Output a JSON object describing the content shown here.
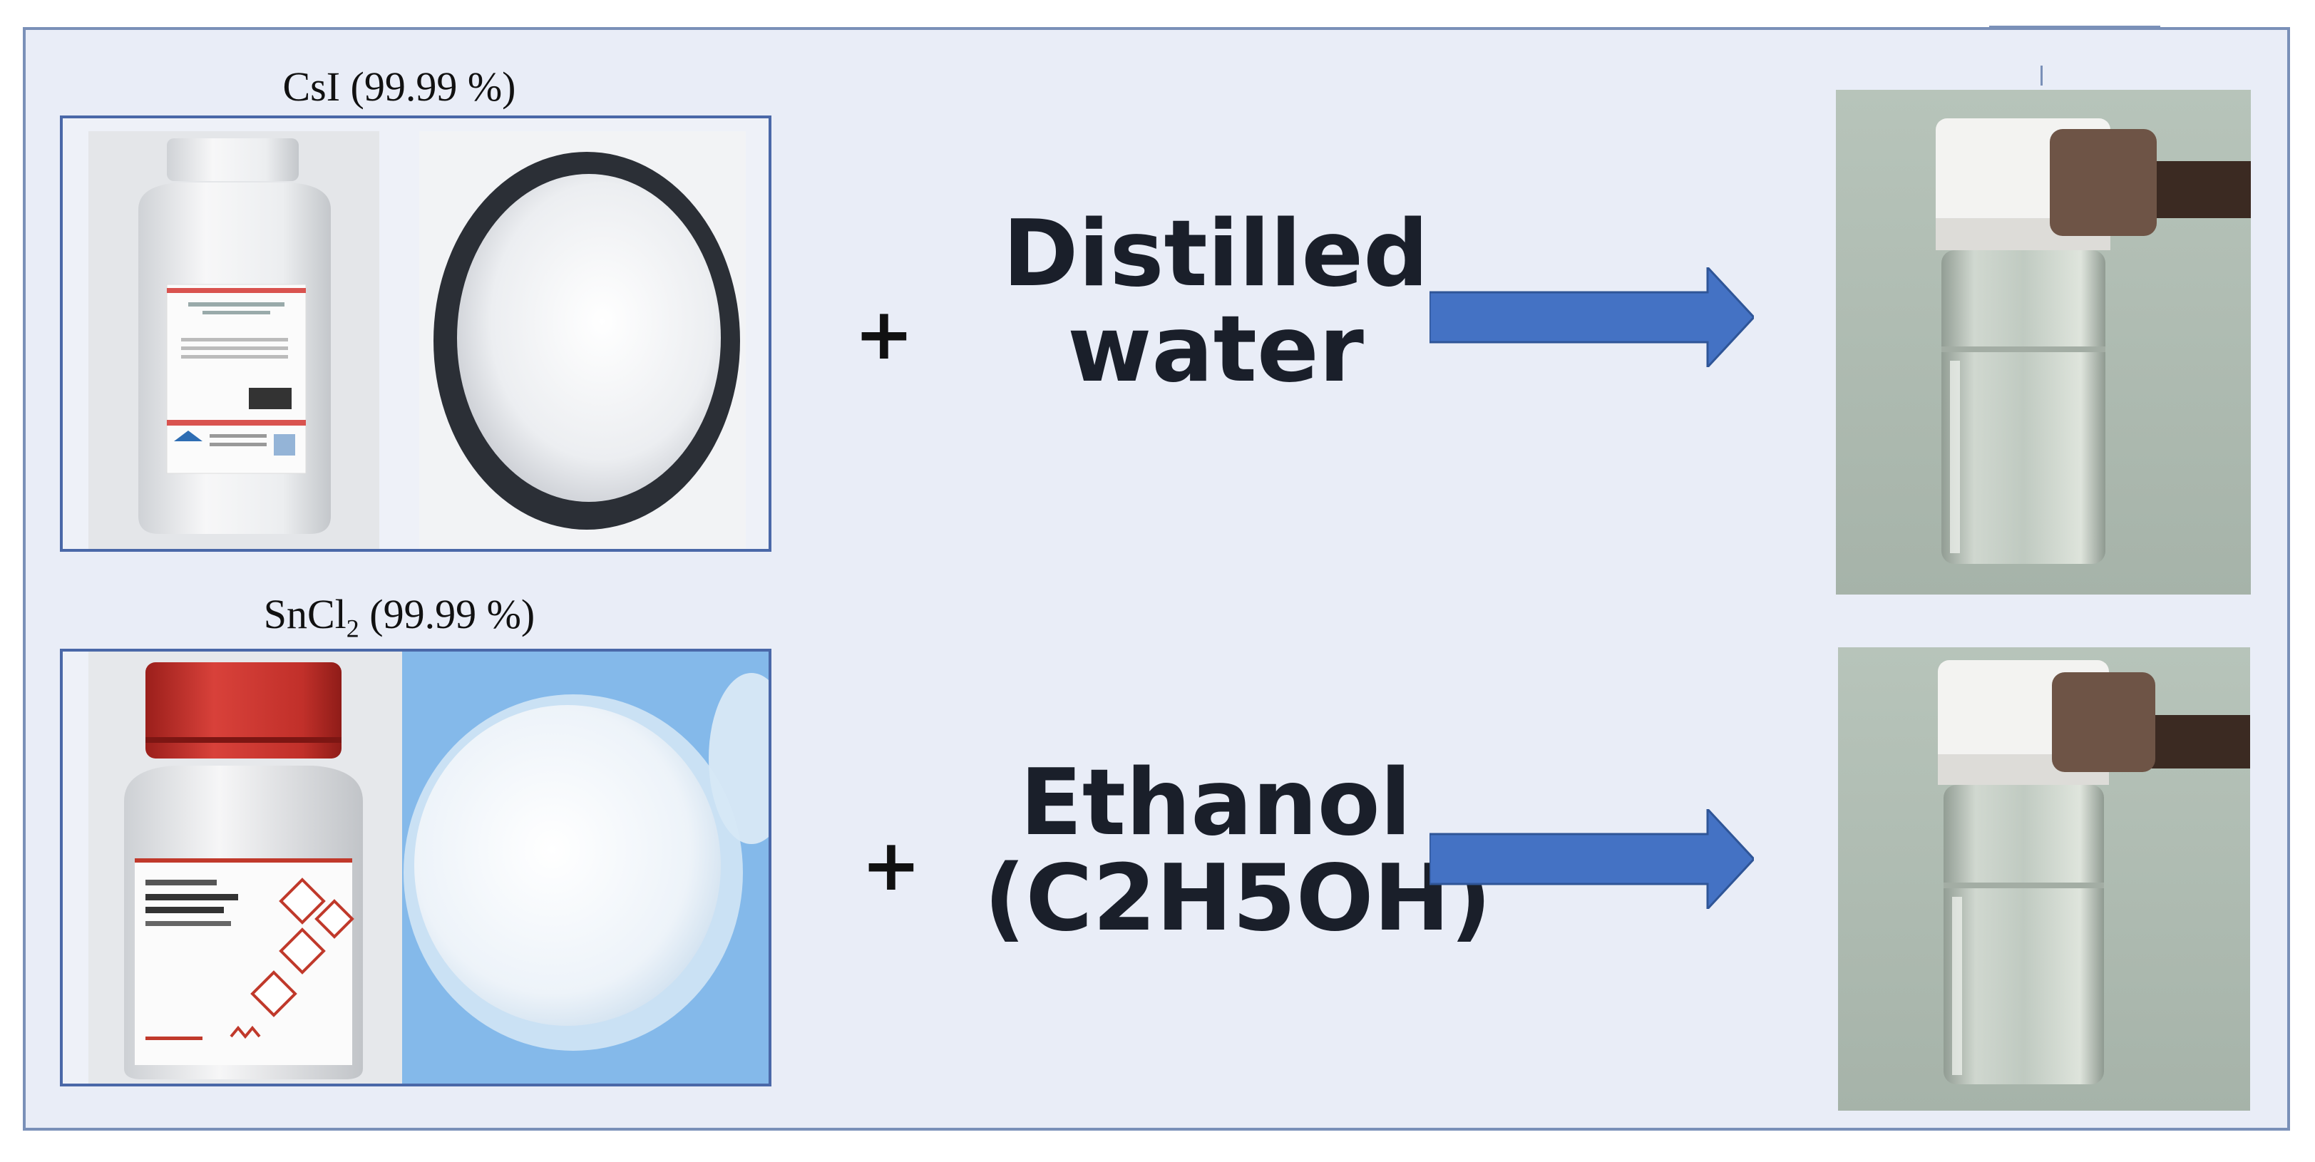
{
  "top": {
    "caption": "CsI (99.99 %)",
    "solvent_line1": "Distilled",
    "solvent_line2": "water",
    "plus": "+"
  },
  "bottom": {
    "caption_prefix": "SnCl",
    "caption_sub": "2",
    "caption_suffix": " (99.99 %)",
    "solvent_line1": "Ethanol",
    "solvent_line2": "(C2H5OH)",
    "plus": "+"
  },
  "colors": {
    "frame_fill": "#e9edf7",
    "frame_border": "#7a90b8",
    "box_border": "#4a68a8",
    "arrow": "#4472c4",
    "vial_bg": "#aebbb0",
    "cap_red": "#d0342c"
  },
  "icons": [
    "csi-bottle",
    "csi-powder-dish",
    "sncl2-bottle",
    "sncl2-powder-dish",
    "solution-vial",
    "right-arrow"
  ]
}
